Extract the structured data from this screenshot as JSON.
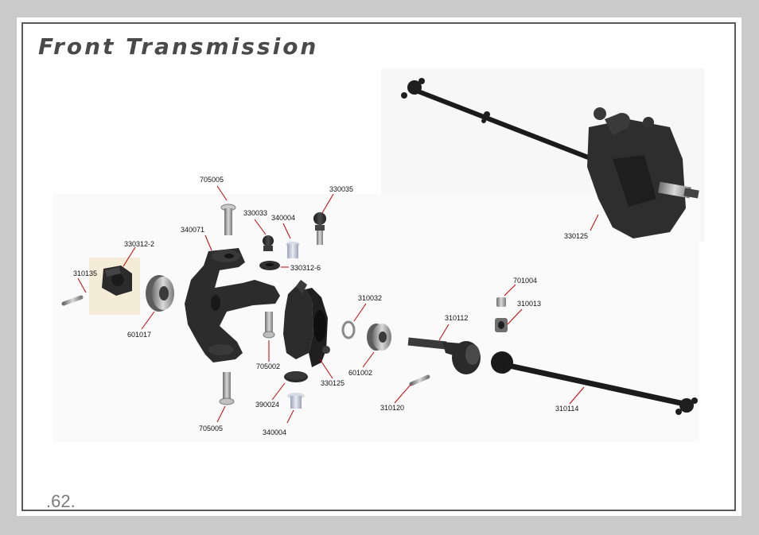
{
  "page": {
    "title": "Front Transmission",
    "number": ".62."
  },
  "parts": {
    "p705005_top": "705005",
    "p330033": "330033",
    "p340004_top": "340004",
    "p330035": "330035",
    "p340071": "340071",
    "p330312_2": "330312-2",
    "p330312_6": "330312-6",
    "p310135": "310135",
    "p601017": "601017",
    "p705002": "705002",
    "p330125_mid": "330125",
    "p390024": "390024",
    "p705005_bot": "705005",
    "p340004_bot": "340004",
    "p310032": "310032",
    "p601002": "601002",
    "p310112": "310112",
    "p310120": "310120",
    "p701004": "701004",
    "p310013": "310013",
    "p310114": "310114",
    "p330125_top": "330125"
  },
  "colors": {
    "background": "#c9cac9",
    "frame": "#5a5a5a",
    "title": "#4a4a4a",
    "leader": "#cc0000",
    "part_dark": "#2b2b2b",
    "part_metal": "#9a9a9a"
  }
}
